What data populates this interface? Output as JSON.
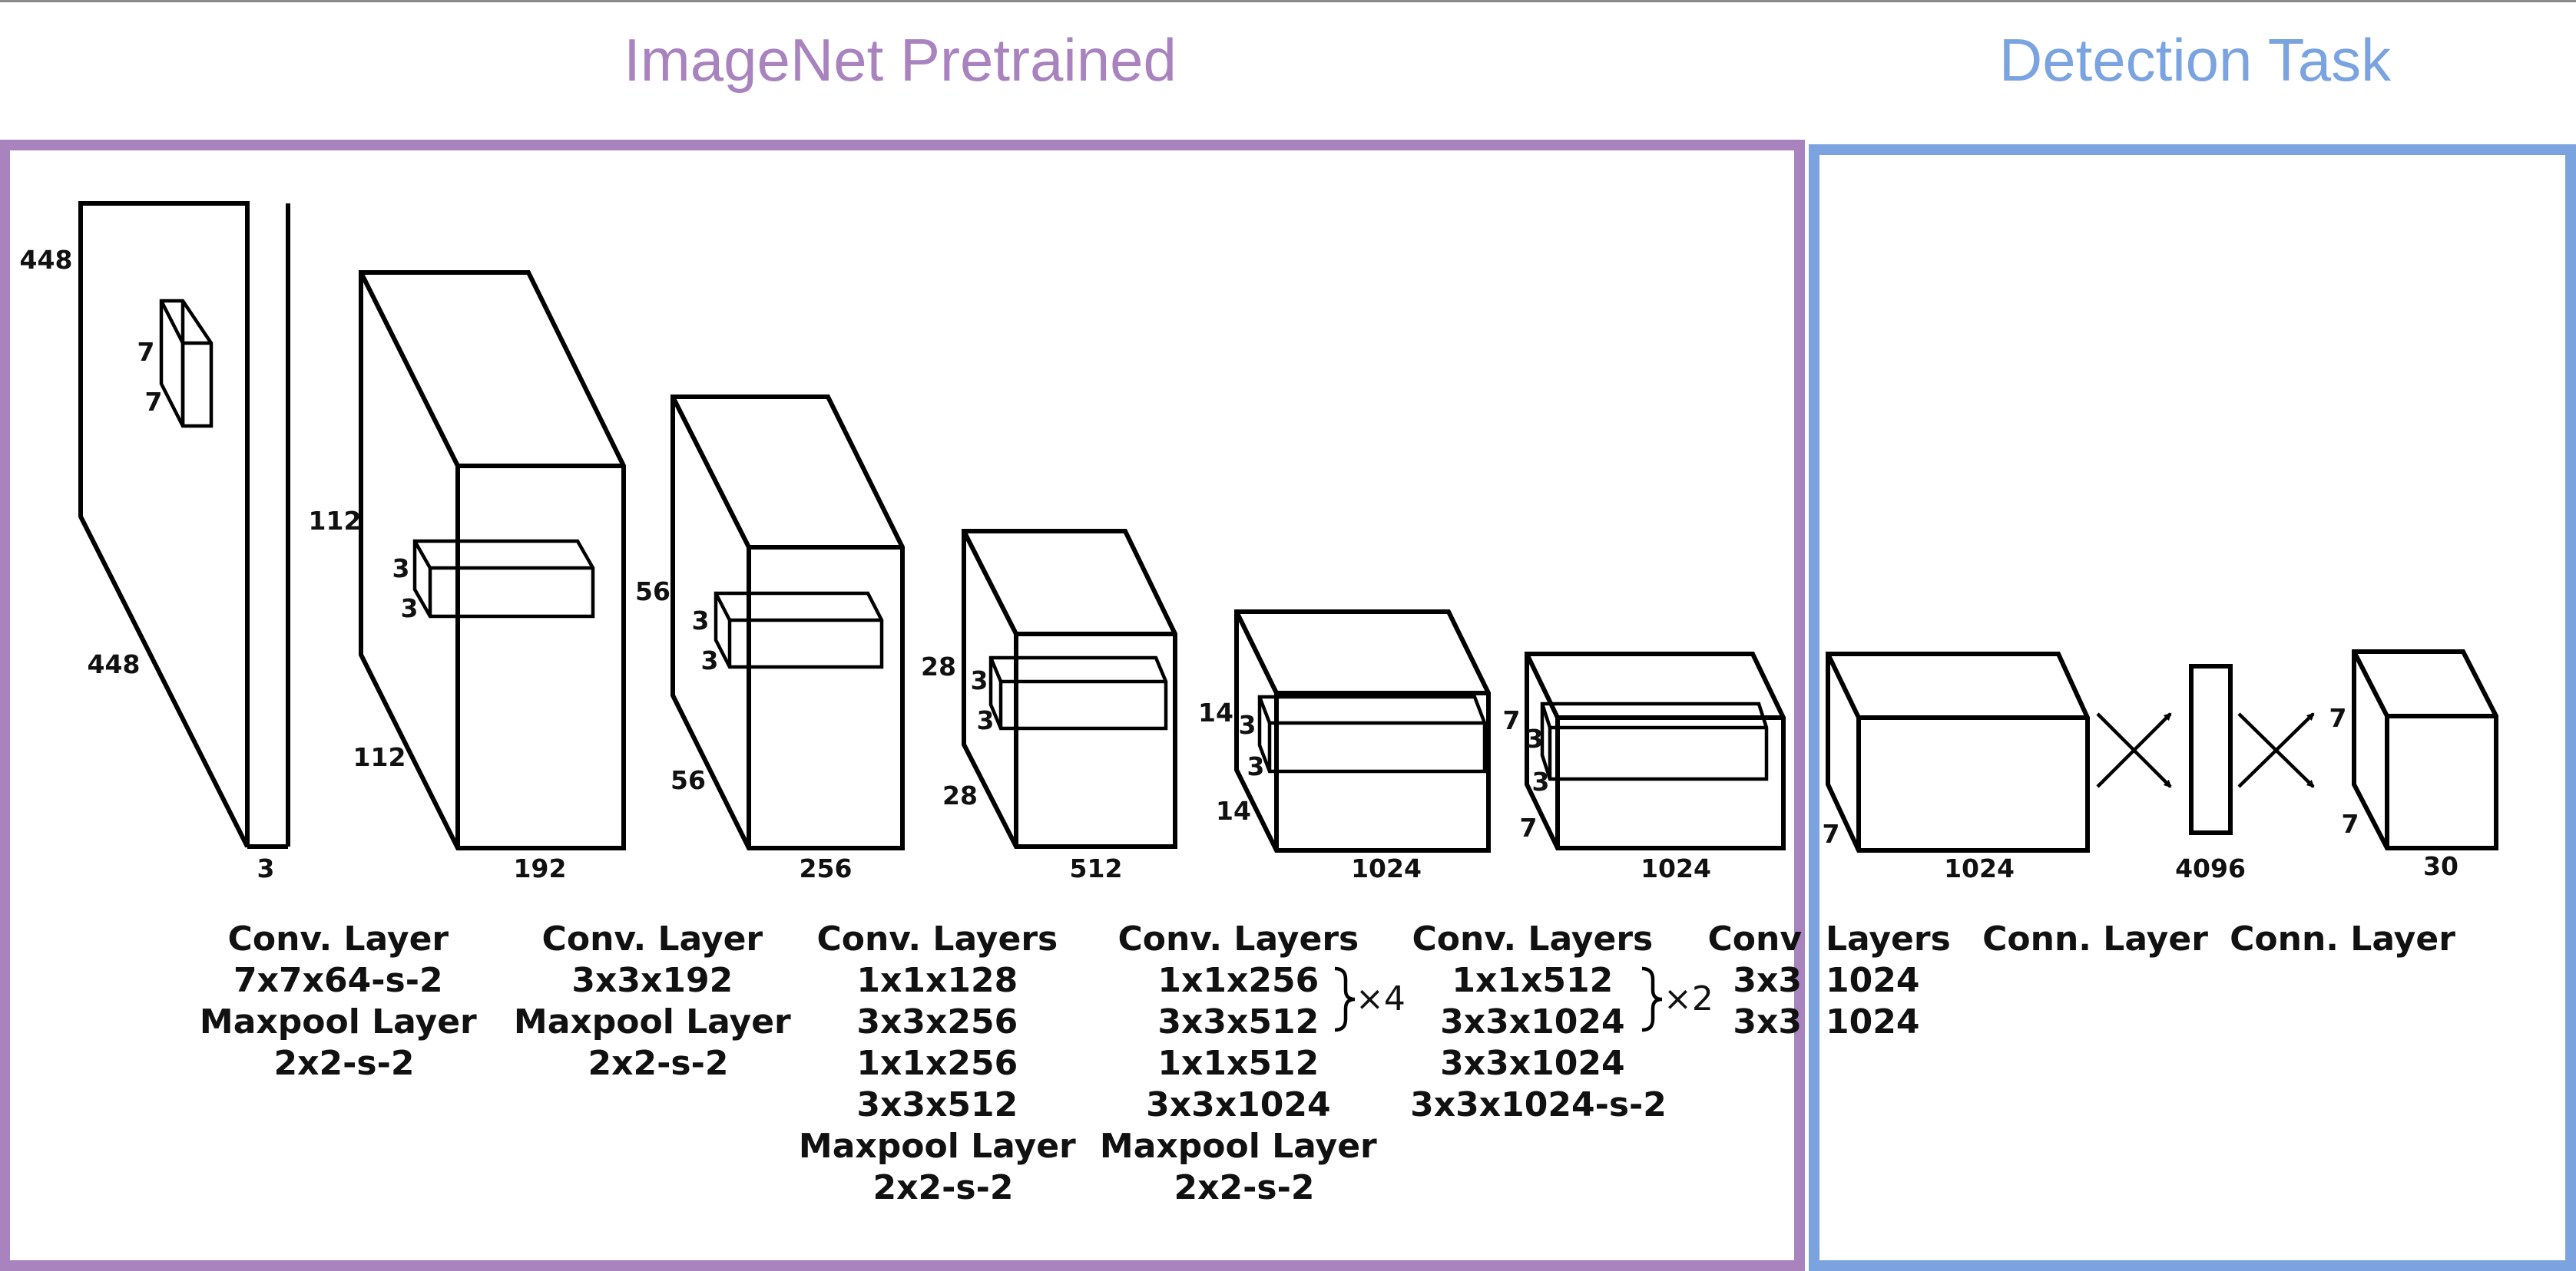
{
  "sections": {
    "pretrained": {
      "label": "ImageNet Pretrained",
      "color": "#a983be"
    },
    "detection": {
      "label": "Detection Task",
      "color": "#7ba3e0"
    }
  },
  "dims": {
    "input_height": "448",
    "input_width": "448",
    "input_depth": "3",
    "input_kernel_h": "7",
    "input_kernel_w": "7",
    "b1_height": "112",
    "b1_width": "112",
    "b1_depth": "192",
    "b1_kernel_h": "3",
    "b1_kernel_w": "3",
    "b2_height": "56",
    "b2_width": "56",
    "b2_depth": "256",
    "b2_kernel_h": "3",
    "b2_kernel_w": "3",
    "b3_height": "28",
    "b3_width": "28",
    "b3_depth": "512",
    "b3_kernel_h": "3",
    "b3_kernel_w": "3",
    "b4_height": "14",
    "b4_width": "14",
    "b4_depth": "1024",
    "b4_kernel_h": "3",
    "b4_kernel_w": "3",
    "b5_height": "7",
    "b5_width": "7",
    "b5_depth": "1024",
    "b5_kernel_h": "3",
    "b5_kernel_w": "3",
    "b6_width": "7",
    "b6_depth": "1024",
    "fc1": "4096",
    "out_height": "7",
    "out_width": "7",
    "out_depth": "30"
  },
  "captions": {
    "c1": [
      "Conv. Layer",
      "7x7x64-s-2",
      "Maxpool Layer",
      "2x2-s-2"
    ],
    "c2": [
      "Conv. Layer",
      "3x3x192",
      "Maxpool Layer",
      "2x2-s-2"
    ],
    "c3": [
      "Conv. Layers",
      "1x1x128",
      "3x3x256",
      "1x1x256",
      "3x3x512",
      "Maxpool Layer",
      "2x2-s-2"
    ],
    "c4": [
      "Conv. Layers",
      "1x1x256",
      "3x3x512",
      "1x1x512",
      "3x3x1024",
      "Maxpool Layer",
      "2x2-s-2"
    ],
    "c4_mult": "×4",
    "c5": [
      "Conv. Layers",
      "1x1x512",
      "3x3x1024",
      "3x3x1024",
      "3x3x1024-s-2"
    ],
    "c5_mult": "×2",
    "c6_line1_left": "Conv",
    "c6_line1_right": "Layers",
    "c6_line2_left": "3x3",
    "c6_line2_right": "1024",
    "c6_line3_left": "3x3",
    "c6_line3_right": "1024",
    "c7": [
      "Conn. Layer"
    ],
    "c8": [
      "Conn. Layer"
    ]
  }
}
